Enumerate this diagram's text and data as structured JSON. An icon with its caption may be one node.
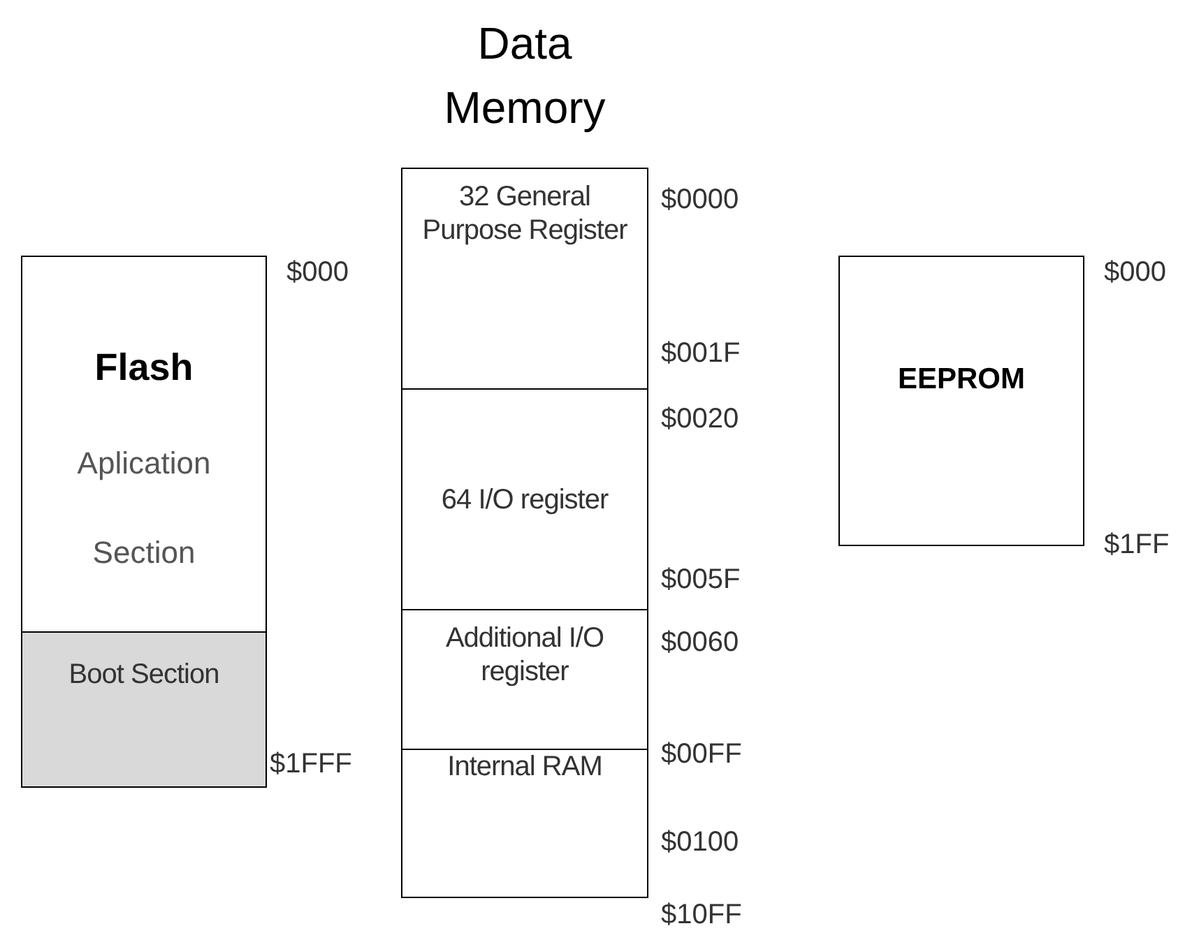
{
  "diagram": {
    "title": "Data Memory",
    "nodes": [
      {
        "text": [
          "Flash",
          "Aplication Section"
        ]
      },
      {
        "text": [
          "Boot Section"
        ]
      },
      {
        "text": [
          "32 General Purpose Register"
        ]
      },
      {
        "text": [
          "64 I/O register"
        ]
      },
      {
        "text": [
          "Additional I/O register"
        ]
      },
      {
        "text": [
          "Internal RAM"
        ]
      },
      {
        "text": [
          "EEPROM"
        ]
      }
    ],
    "labels": [
      "$000",
      "$1FFF",
      "$0000",
      "$001F",
      "$0020",
      "$005F",
      "$0060",
      "$00FF",
      "$0100",
      "$10FF",
      "$000",
      "$1FF"
    ]
  }
}
